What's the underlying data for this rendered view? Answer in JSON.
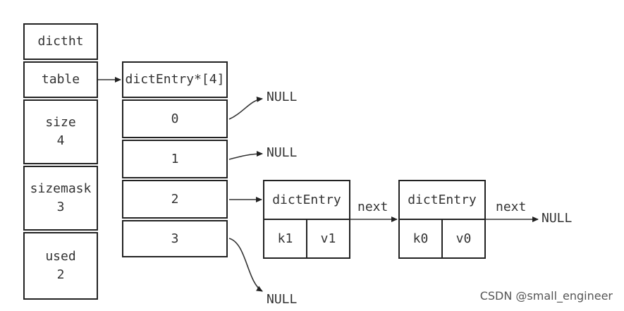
{
  "dictht": {
    "title": "dictht",
    "table": "table",
    "size": {
      "label": "size",
      "value": "4"
    },
    "sizemask": {
      "label": "sizemask",
      "value": "3"
    },
    "used": {
      "label": "used",
      "value": "2"
    }
  },
  "table_array": {
    "header": "dictEntry*[4]",
    "slots": [
      "0",
      "1",
      "2",
      "3"
    ]
  },
  "entries": [
    {
      "title": "dictEntry",
      "key": "k1",
      "value": "v1"
    },
    {
      "title": "dictEntry",
      "key": "k0",
      "value": "v0"
    }
  ],
  "labels": {
    "null": "NULL",
    "next": "next"
  },
  "watermark": "CSDN @small_engineer"
}
